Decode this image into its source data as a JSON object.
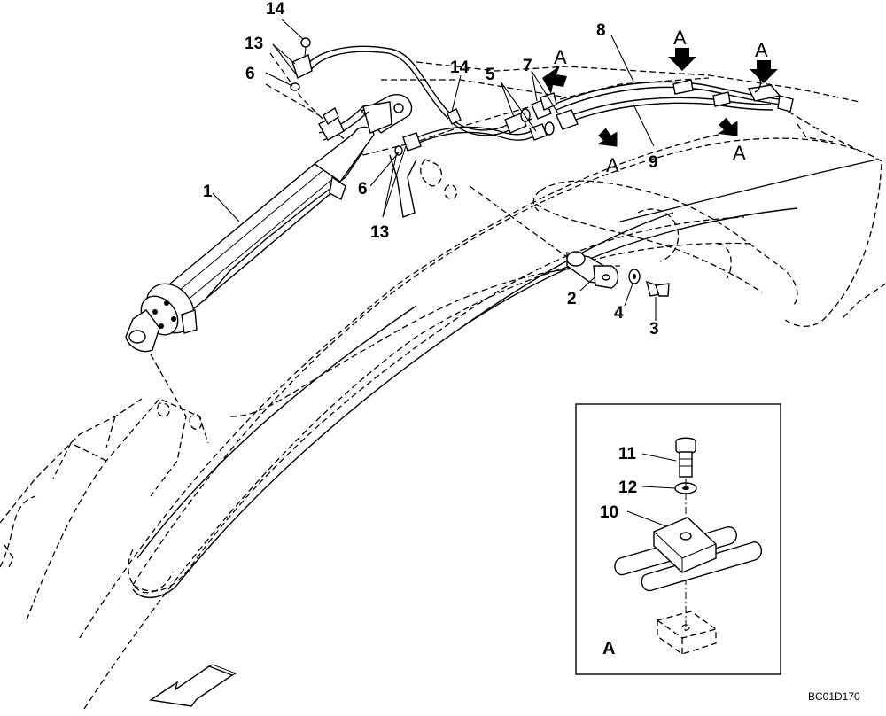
{
  "callouts": {
    "c1": "1",
    "c2": "2",
    "c3": "3",
    "c4": "4",
    "c5": "5",
    "c6a": "6",
    "c6b": "6",
    "c7": "7",
    "c8": "8",
    "c9": "9",
    "c10": "10",
    "c11": "11",
    "c12": "12",
    "c13a": "13",
    "c13b": "13",
    "c14a": "14",
    "c14b": "14"
  },
  "view_markers": [
    "A",
    "A",
    "A",
    "A",
    "A"
  ],
  "detail_label": "A",
  "drawing_code": "BC01D170"
}
